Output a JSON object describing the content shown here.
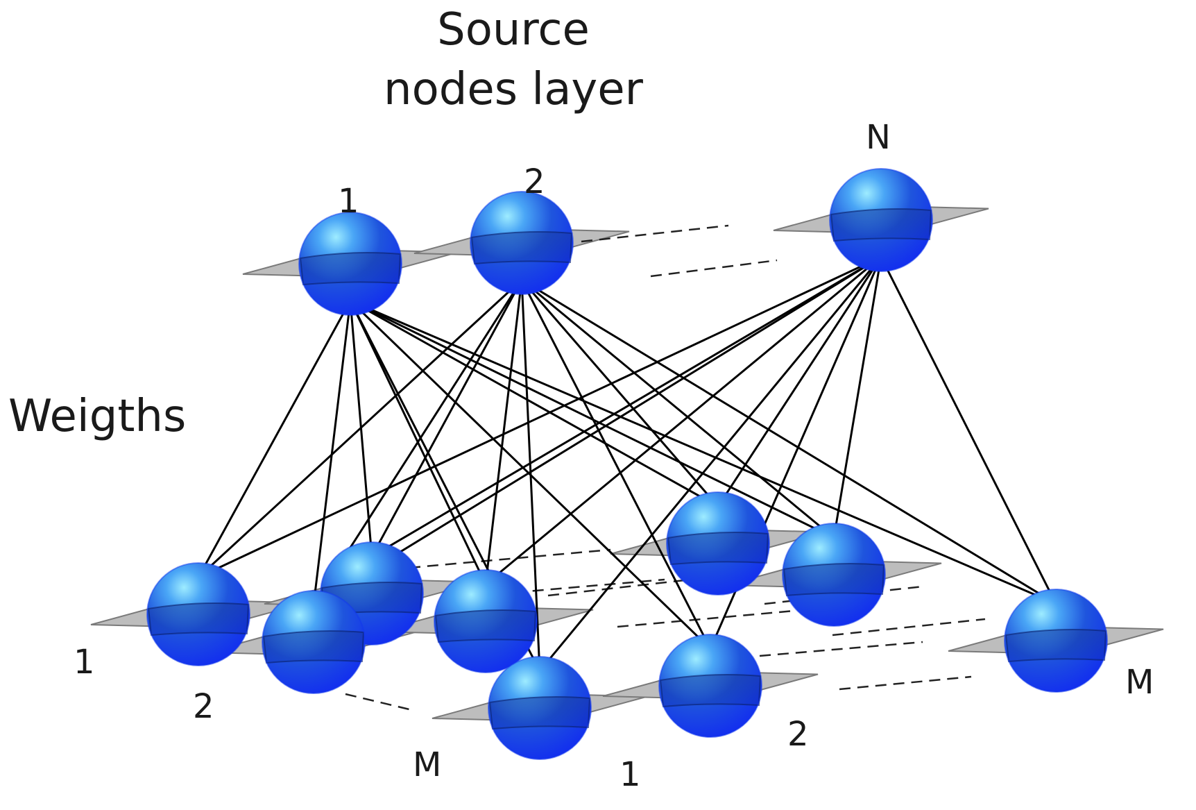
{
  "title": {
    "line1": "Source",
    "line2": "nodes layer"
  },
  "side_label": "Weigths",
  "source_labels": {
    "first": "1",
    "second": "2",
    "last": "N"
  },
  "grid_labels": {
    "row_1": "1",
    "row_2": "2",
    "row_m": "M",
    "col_1": "1",
    "col_2": "2",
    "col_m": "M"
  },
  "colors": {
    "node": "#1238ee",
    "node_highlight": "#8fe6ff",
    "plane": "#bdbdbd",
    "edge": "#000000"
  }
}
